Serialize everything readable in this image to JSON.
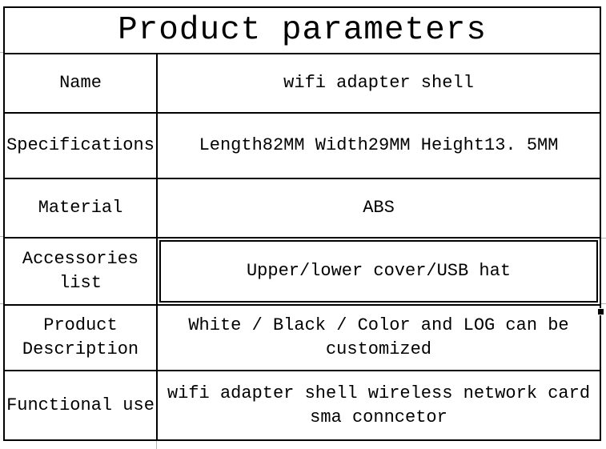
{
  "title": "Product parameters",
  "table": {
    "rows": [
      {
        "label": "Name",
        "value": "wifi adapter shell"
      },
      {
        "label": "Specifications",
        "value": "Length82MM Width29MM Height13. 5MM"
      },
      {
        "label": "Material",
        "value": "ABS"
      },
      {
        "label": "Accessories list",
        "value": "Upper/lower cover/USB hat",
        "selected": true
      },
      {
        "label": "Product Description",
        "value": "White / Black / Color and LOG can be customized"
      },
      {
        "label": "Functional use",
        "value": "wifi adapter shell wireless network card sma conncetor"
      }
    ]
  },
  "colors": {
    "border": "#000000",
    "text": "#000000",
    "background": "#ffffff",
    "grid_stub": "#b4b4b4"
  }
}
